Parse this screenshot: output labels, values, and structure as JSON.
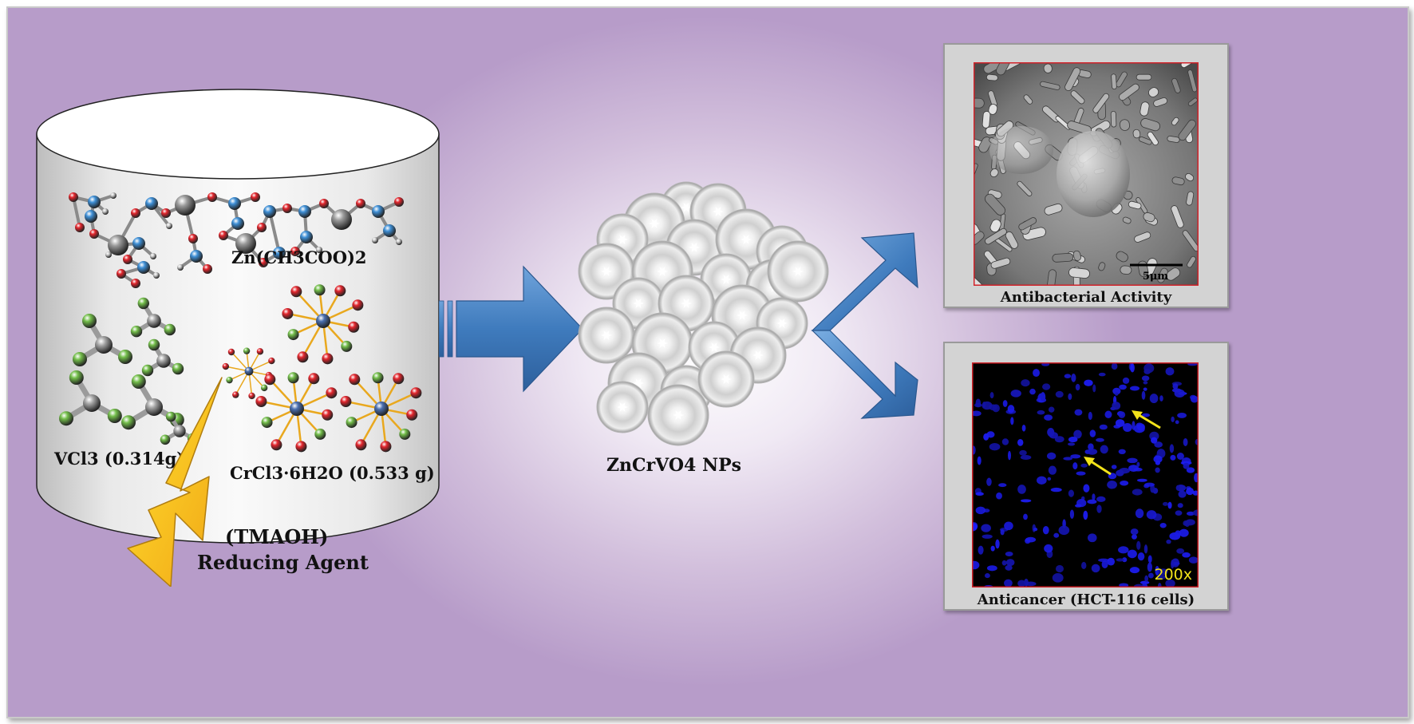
{
  "reactants": {
    "zinc_acetate": "Zn(CH3COO)2",
    "vcl3": "VCl3 (0.314g)",
    "crcl3": "CrCl3·6H2O (0.533 g)"
  },
  "reducing_agent": {
    "line1": "(TMAOH)",
    "line2": "Reducing Agent"
  },
  "product": "ZnCrVO4 NPs",
  "applications": [
    {
      "caption": "Antibacterial Activity",
      "scale_bar": "5μm"
    },
    {
      "caption": "Anticancer (HCT-116 cells)",
      "magnification": "200x"
    }
  ],
  "colors": {
    "arrow_blue": "#3f7bbd",
    "oxygen_red": "#e3262d",
    "carbon_blue": "#3e8fd6",
    "chlorine_green": "#73be4a",
    "bond_yellow": "#e9a81e",
    "nuclei_blue": "#1c1cf0",
    "magnification_yellow": "#f2e21a"
  },
  "icons": [
    "lightning-bolt-icon",
    "arrow-right-icon",
    "arrow-up-right-icon",
    "arrow-down-right-icon",
    "cell-pointer-arrow-icon"
  ]
}
